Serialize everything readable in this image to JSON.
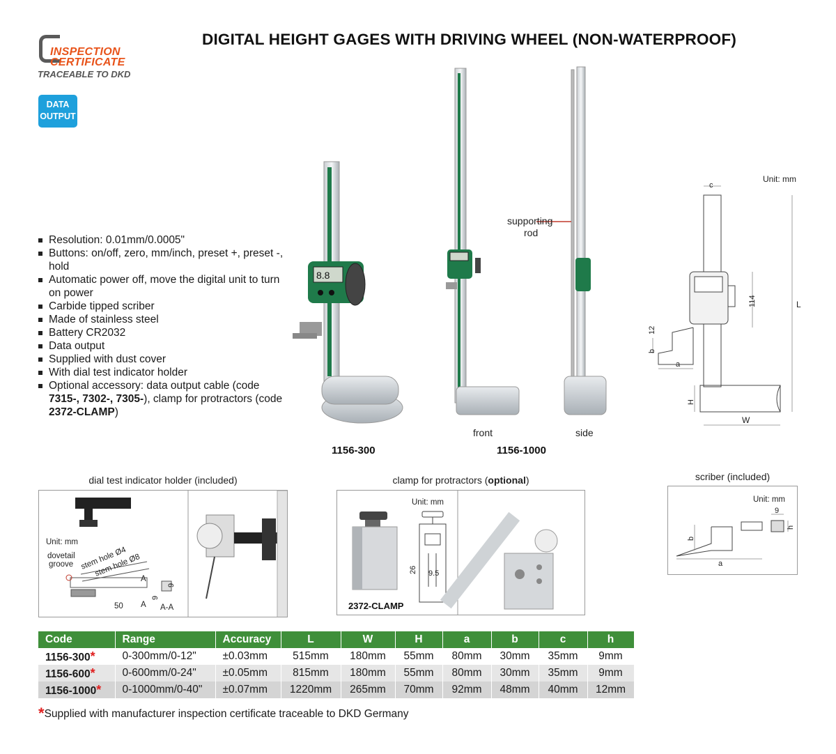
{
  "logo": {
    "line1": "INSPECTION",
    "line2": "CERTIFICATE",
    "line3": "TRACEABLE TO DKD"
  },
  "badge": {
    "line1": "DATA",
    "line2": "OUTPUT"
  },
  "title": "DIGITAL HEIGHT GAGES WITH DRIVING WHEEL (NON-WATERPROOF)",
  "features": [
    "Resolution: 0.01mm/0.0005\"",
    "Buttons: on/off, zero, mm/inch, preset +, preset -, hold",
    "Automatic power off, move the digital unit to turn on power",
    "Carbide tipped scriber",
    "Made of stainless steel",
    "Battery CR2032",
    "Data output",
    "Supplied with dust cover",
    "With dial test indicator holder"
  ],
  "feature_optional": {
    "prefix": "Optional accessory: data output cable (code ",
    "codes": "7315-, 7302-, 7305-",
    "middle": "), clamp for protractors (code ",
    "clamp_code": "2372-CLAMP",
    "suffix": ")"
  },
  "product_labels": {
    "supporting_rod_1": "supporting",
    "supporting_rod_2": "rod",
    "front": "front",
    "side": "side",
    "model_300": "1156-300",
    "model_1000": "1156-1000"
  },
  "dimension_drawing": {
    "unit": "Unit: mm",
    "c": "c",
    "L": "L",
    "dim_114": "114",
    "dim_12": "12",
    "b": "b",
    "a": "a",
    "H": "H",
    "W": "W"
  },
  "dial_holder": {
    "caption": "dial test indicator holder (included)",
    "unit": "Unit: mm",
    "dovetail_1": "dovetail",
    "dovetail_2": "groove",
    "stem4": "stem hole Ø4",
    "stem8": "stem hole Ø8",
    "A": "A",
    "dim_50": "50",
    "dim_9a": "9",
    "dim_9b": "9",
    "section": "A-A"
  },
  "clamp": {
    "caption_prefix": "clamp for protractors (",
    "caption_bold": "optional",
    "caption_suffix": ")",
    "unit": "Unit: mm",
    "dim_26": "26",
    "dim_95": "9.5",
    "code": "2372-CLAMP"
  },
  "scriber": {
    "caption": "scriber (included)",
    "unit": "Unit: mm",
    "dim_9": "9",
    "b": "b",
    "a": "a",
    "h": "h"
  },
  "table": {
    "headers": [
      "Code",
      "Range",
      "Accuracy",
      "L",
      "W",
      "H",
      "a",
      "b",
      "c",
      "h"
    ],
    "rows": [
      [
        "1156-300",
        "0-300mm/0-12\"",
        "±0.03mm",
        "515mm",
        "180mm",
        "55mm",
        "80mm",
        "30mm",
        "35mm",
        "9mm"
      ],
      [
        "1156-600",
        "0-600mm/0-24\"",
        "±0.05mm",
        "815mm",
        "180mm",
        "55mm",
        "80mm",
        "30mm",
        "35mm",
        "9mm"
      ],
      [
        "1156-1000",
        "0-1000mm/0-40\"",
        "±0.07mm",
        "1220mm",
        "265mm",
        "70mm",
        "92mm",
        "48mm",
        "40mm",
        "12mm"
      ]
    ],
    "star": "*"
  },
  "footnote": {
    "star": "*",
    "text": "Supplied with manufacturer inspection certificate traceable to DKD Germany"
  },
  "colors": {
    "brand_orange": "#e8531a",
    "badge_blue": "#1ea0dc",
    "table_green": "#3f8f3a",
    "gauge_green": "#1f7a4a",
    "star_red": "#e02020"
  }
}
